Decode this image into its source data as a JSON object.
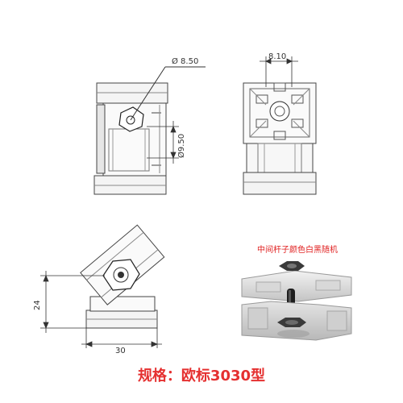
{
  "dimensions": {
    "top_left_diameter": "Ø 8.50",
    "top_left_vertical": "Ø9.50",
    "top_right_width": "8.10",
    "bottom_height": "24",
    "bottom_width": "30"
  },
  "photo_note": "中间杆子颜色白黑随机",
  "spec_label": "规格：欧标3030型"
}
